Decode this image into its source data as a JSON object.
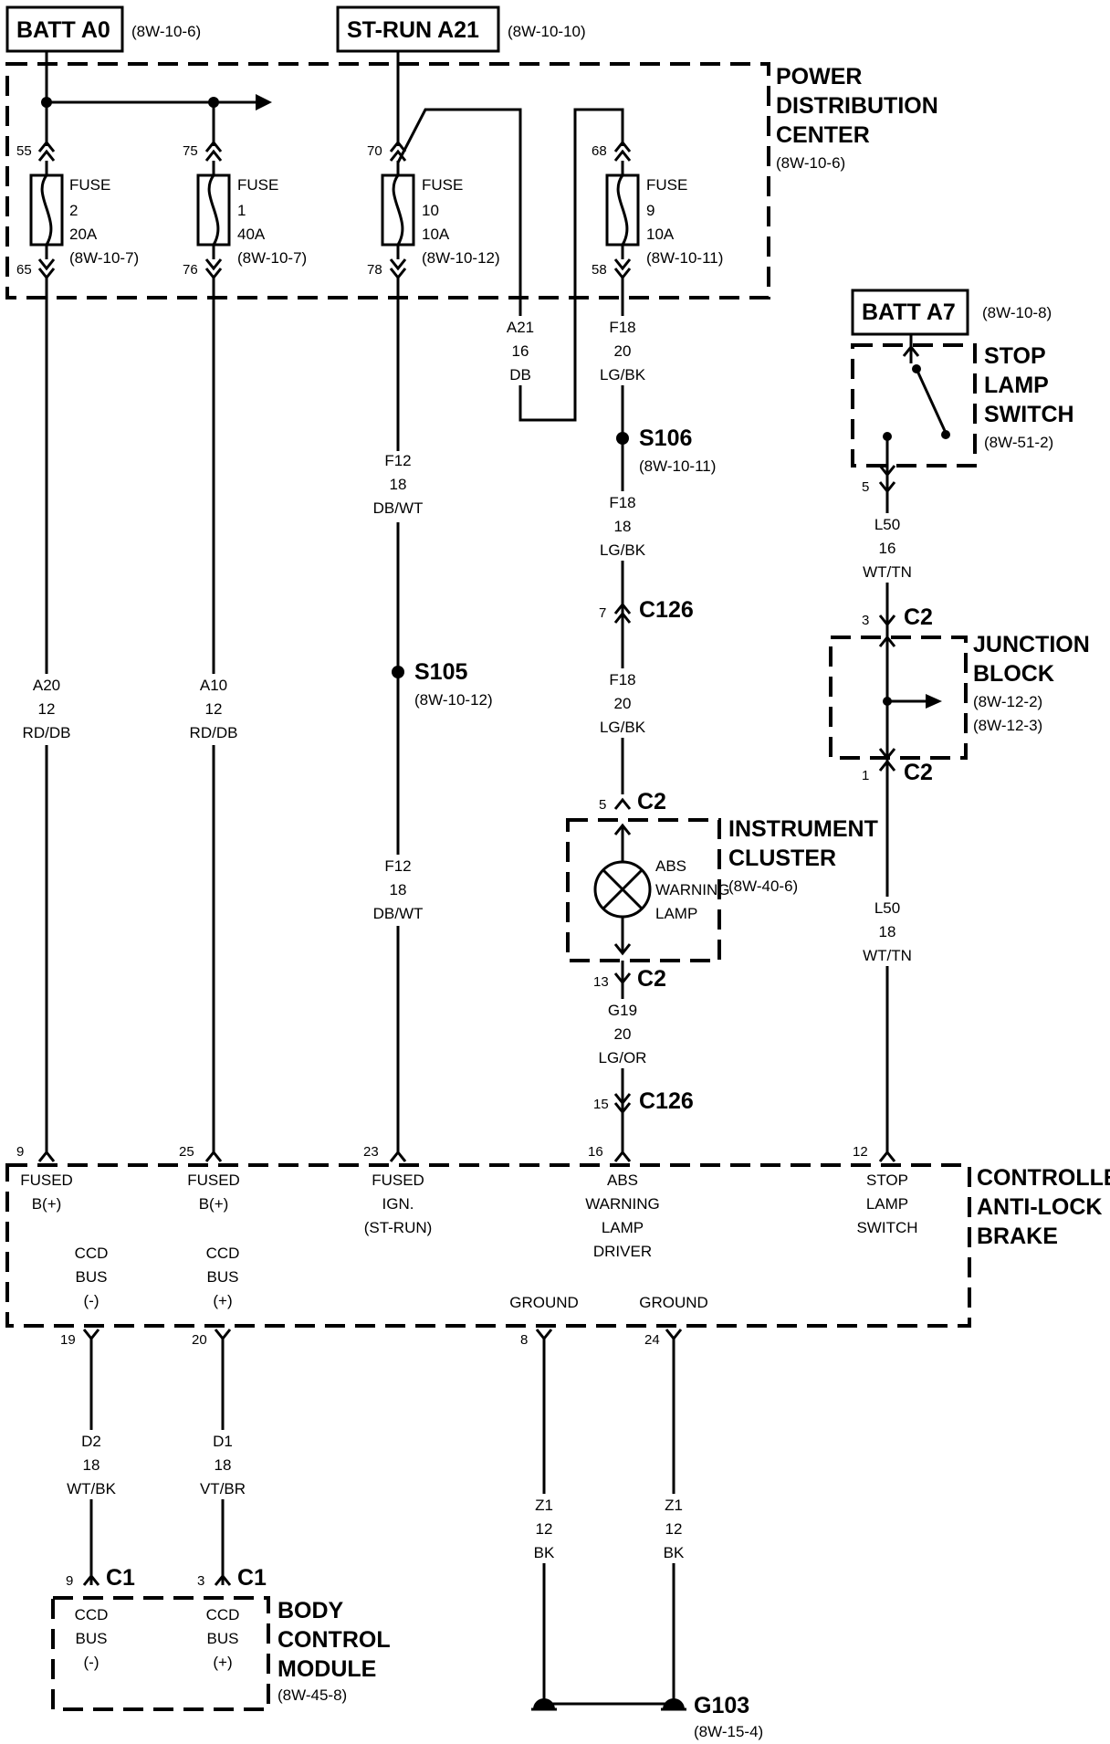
{
  "sources": {
    "batt_a0": {
      "label": "BATT A0",
      "ref": "(8W-10-6)"
    },
    "st_run": {
      "label": "ST-RUN A21",
      "ref": "(8W-10-10)"
    },
    "batt_a7": {
      "label": "BATT A7",
      "ref": "(8W-10-8)"
    }
  },
  "pdc": {
    "name1": "POWER",
    "name2": "DISTRIBUTION",
    "name3": "CENTER",
    "ref": "(8W-10-6)",
    "fuses": [
      {
        "top_pin": "55",
        "bottom_pin": "65",
        "word": "FUSE",
        "num": "2",
        "amps": "20A",
        "ref": "(8W-10-7)"
      },
      {
        "top_pin": "75",
        "bottom_pin": "76",
        "word": "FUSE",
        "num": "1",
        "amps": "40A",
        "ref": "(8W-10-7)"
      },
      {
        "top_pin": "70",
        "bottom_pin": "78",
        "word": "FUSE",
        "num": "10",
        "amps": "10A",
        "ref": "(8W-10-12)"
      },
      {
        "top_pin": "68",
        "bottom_pin": "58",
        "word": "FUSE",
        "num": "9",
        "amps": "10A",
        "ref": "(8W-10-11)"
      }
    ]
  },
  "wires": {
    "a20": {
      "c": "A20",
      "g": "12",
      "col": "RD/DB"
    },
    "a10": {
      "c": "A10",
      "g": "12",
      "col": "RD/DB"
    },
    "f12_top": {
      "c": "F12",
      "g": "18",
      "col": "DB/WT"
    },
    "f12_bot": {
      "c": "F12",
      "g": "18",
      "col": "DB/WT"
    },
    "a21": {
      "c": "A21",
      "g": "16",
      "col": "DB"
    },
    "f18_a": {
      "c": "F18",
      "g": "20",
      "col": "LG/BK"
    },
    "f18_b": {
      "c": "F18",
      "g": "18",
      "col": "LG/BK"
    },
    "f18_c": {
      "c": "F18",
      "g": "20",
      "col": "LG/BK"
    },
    "g19": {
      "c": "G19",
      "g": "20",
      "col": "LG/OR"
    },
    "l50_a": {
      "c": "L50",
      "g": "16",
      "col": "WT/TN"
    },
    "l50_b": {
      "c": "L50",
      "g": "18",
      "col": "WT/TN"
    },
    "d2": {
      "c": "D2",
      "g": "18",
      "col": "WT/BK"
    },
    "d1": {
      "c": "D1",
      "g": "18",
      "col": "VT/BR"
    },
    "z1_a": {
      "c": "Z1",
      "g": "12",
      "col": "BK"
    },
    "z1_b": {
      "c": "Z1",
      "g": "12",
      "col": "BK"
    }
  },
  "splices": {
    "s105": {
      "label": "S105",
      "ref": "(8W-10-12)"
    },
    "s106": {
      "label": "S106",
      "ref": "(8W-10-11)"
    }
  },
  "connectors": {
    "c126_top": {
      "pin": "7",
      "name": "C126"
    },
    "c2_ic_top": {
      "pin": "5",
      "name": "C2"
    },
    "c2_ic_bot": {
      "pin": "13",
      "name": "C2"
    },
    "c126_bot": {
      "pin": "15",
      "name": "C126"
    },
    "sw_pin": {
      "pin": "5"
    },
    "c2_jb_top": {
      "pin": "3",
      "name": "C2"
    },
    "c2_jb_bot": {
      "pin": "1",
      "name": "C2"
    },
    "c1_a": {
      "pin": "9",
      "name": "C1"
    },
    "c1_b": {
      "pin": "3",
      "name": "C1"
    }
  },
  "stop_lamp_switch": {
    "l1": "STOP",
    "l2": "LAMP",
    "l3": "SWITCH",
    "ref": "(8W-51-2)"
  },
  "junction_block": {
    "l1": "JUNCTION",
    "l2": "BLOCK",
    "ref1": "(8W-12-2)",
    "ref2": "(8W-12-3)"
  },
  "instrument_cluster": {
    "l1": "INSTRUMENT",
    "l2": "CLUSTER",
    "ref": "(8W-40-6)",
    "lamp1": "ABS",
    "lamp2": "WARNING",
    "lamp3": "LAMP"
  },
  "controller": {
    "name1": "CONTROLLER",
    "name2": "ANTI-LOCK",
    "name3": "BRAKE",
    "top_pins": [
      {
        "pin": "9",
        "l1": "FUSED",
        "l2": "B(+)",
        "l3": "",
        "l4": ""
      },
      {
        "pin": "25",
        "l1": "FUSED",
        "l2": "B(+)",
        "l3": "",
        "l4": ""
      },
      {
        "pin": "23",
        "l1": "FUSED",
        "l2": "IGN.",
        "l3": "(ST-RUN)",
        "l4": ""
      },
      {
        "pin": "16",
        "l1": "ABS",
        "l2": "WARNING",
        "l3": "LAMP",
        "l4": "DRIVER"
      },
      {
        "pin": "12",
        "l1": "STOP",
        "l2": "LAMP",
        "l3": "SWITCH",
        "l4": ""
      }
    ],
    "bus_neg": {
      "l1": "CCD",
      "l2": "BUS",
      "l3": "(-)",
      "pin": "19"
    },
    "bus_pos": {
      "l1": "CCD",
      "l2": "BUS",
      "l3": "(+)",
      "pin": "20"
    },
    "gnd1": {
      "label": "GROUND",
      "pin": "8"
    },
    "gnd2": {
      "label": "GROUND",
      "pin": "24"
    }
  },
  "bcm": {
    "l1": "BODY",
    "l2": "CONTROL",
    "l3": "MODULE",
    "ref": "(8W-45-8)",
    "bus_neg": {
      "l1": "CCD",
      "l2": "BUS",
      "l3": "(-)"
    },
    "bus_pos": {
      "l1": "CCD",
      "l2": "BUS",
      "l3": "(+)"
    }
  },
  "ground": {
    "label": "G103",
    "ref": "(8W-15-4)"
  }
}
